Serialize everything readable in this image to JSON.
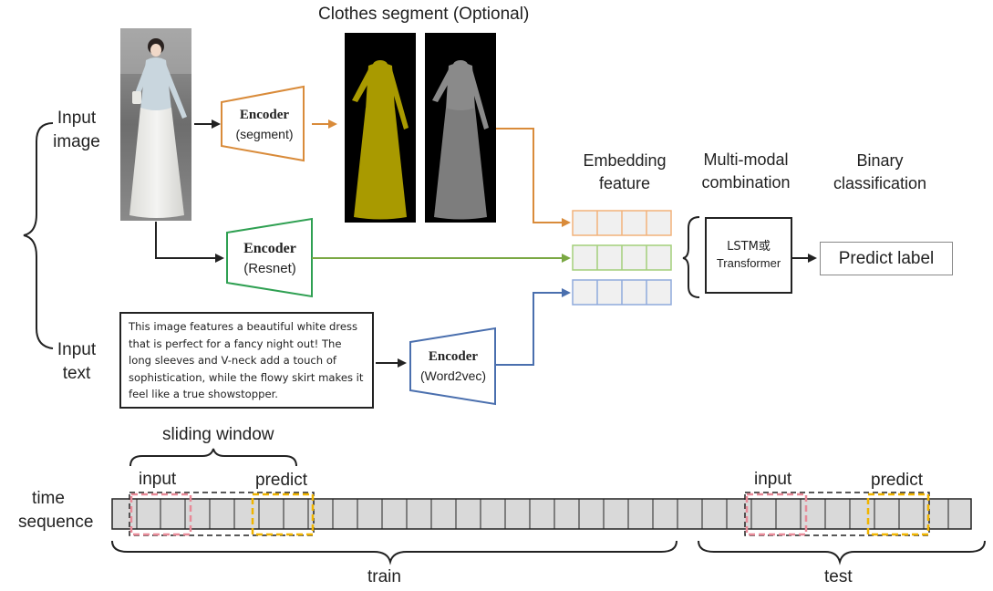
{
  "top": {
    "segment_title": "Clothes segment (Optional)",
    "input_image_label": [
      "Input",
      "image"
    ],
    "input_text_label": [
      "Input",
      "text"
    ],
    "encoder_segment": {
      "title": "Encoder",
      "subtitle": "(segment)"
    },
    "encoder_resnet": {
      "title": "Encoder",
      "subtitle": "(Resnet)"
    },
    "encoder_word2vec": {
      "title": "Encoder",
      "subtitle": "(Word2vec)"
    },
    "caption_text": "This image features a beautiful white dress that is perfect for a fancy night out! The long sleeves and V-neck add a touch of sophistication, while the flowy skirt makes it feel like a true showstopper.",
    "embedding_label": [
      "Embedding",
      "feature"
    ],
    "multimodal_label": [
      "Multi-modal",
      "combination"
    ],
    "binary_label": [
      "Binary",
      "classification"
    ],
    "lstm_box": [
      "LSTM或",
      "Transformer"
    ],
    "predict_label": "Predict label"
  },
  "bottom": {
    "time_sequence_label": [
      "time",
      "sequence"
    ],
    "sliding_window_label": "sliding window",
    "train_input_label": "input",
    "train_predict_label": "predict",
    "test_input_label": "input",
    "test_predict_label": "predict",
    "train_label": "train",
    "test_label": "test"
  },
  "colors": {
    "segment": "#d98b3a",
    "resnet": "#2fa052",
    "word2vec": "#4a6fae",
    "feature_green": "#7aa843",
    "input_window": "#e88a98",
    "predict_window": "#f0b400",
    "cell_fill": "#d9d9d9",
    "mask_yellow": "#a99a00"
  }
}
